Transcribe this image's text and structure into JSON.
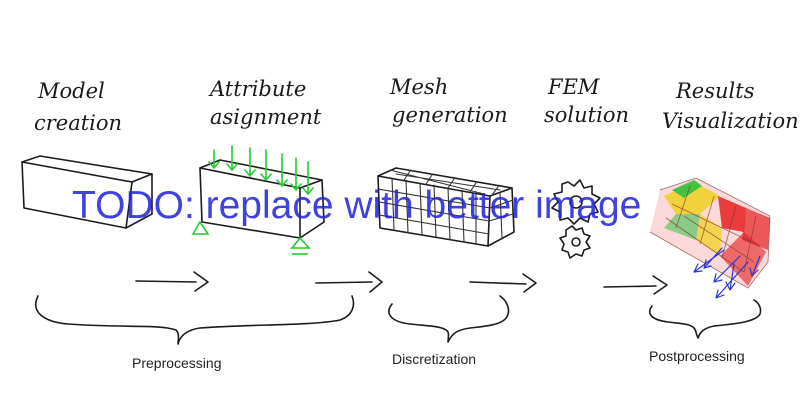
{
  "steps": [
    {
      "line1": "Model",
      "line2": "creation"
    },
    {
      "line1": "Attribute",
      "line2": "asignment"
    },
    {
      "line1": "Mesh",
      "line2": "generation"
    },
    {
      "line1": "FEM",
      "line2": "solution"
    },
    {
      "line1": "Results",
      "line2": "Visualization"
    }
  ],
  "phases": {
    "preprocessing": "Preprocessing",
    "discretization": "Discretization",
    "postprocessing": "Postprocessing"
  },
  "overlay_text": "TODO: replace with better image",
  "colors": {
    "ink": "#1c1c1c",
    "load_arrows": "#22cc33",
    "overlay": "#2323d9",
    "result_red": "#e62020",
    "result_yellow": "#f0d020",
    "result_green": "#30c040",
    "result_arrows": "#2b35d8"
  }
}
